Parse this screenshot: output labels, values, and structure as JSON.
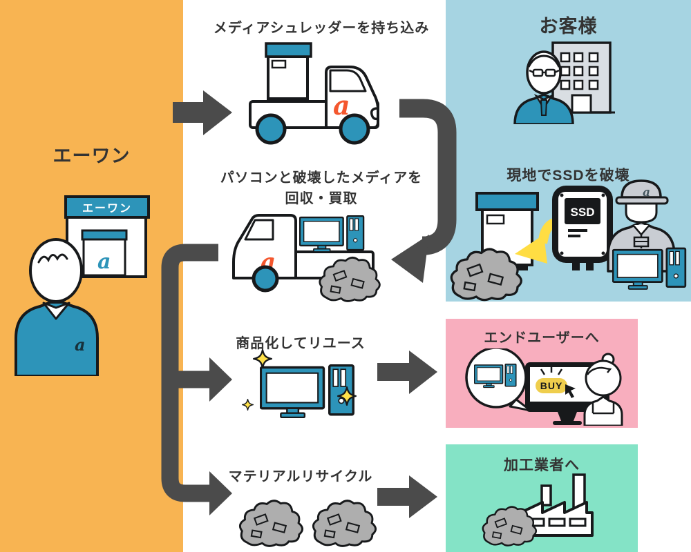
{
  "brand": {
    "name": "エーワン",
    "logo_char": "a"
  },
  "panels": {
    "aone": {
      "label": "エーワン",
      "color": "#F8B452"
    },
    "customer": {
      "label": "お客様",
      "color": "#A6D4E2"
    },
    "end_user": {
      "label": "エンドユーザーへ",
      "color": "#F8AEBE"
    },
    "processor": {
      "label": "加工業者へ",
      "color": "#84E3C6"
    }
  },
  "steps": {
    "bring_shredder": {
      "label": "メディアシュレッダーを持ち込み"
    },
    "collect_buy": {
      "line1": "パソコンと破壊したメディアを",
      "line2": "回収・買取"
    },
    "onsite_destroy": {
      "label": "現地でSSDを破壊",
      "device_label": "SSD"
    },
    "reuse": {
      "label": "商品化してリユース"
    },
    "material_recycle": {
      "label": "マテリアルリサイクル"
    }
  },
  "storefront": {
    "sign": "エーワン"
  },
  "end_user_scene": {
    "buy_button": "BUY"
  },
  "colors": {
    "aone_panel": "#F8B452",
    "customer_panel": "#A6D4E2",
    "end_user_panel": "#F8AEBE",
    "processor_panel": "#84E3C6",
    "arrow_gray": "#4B4B4B",
    "accent_teal": "#2D94B9",
    "logo_orange": "#F4572E",
    "highlight_yellow": "#FFDD43",
    "rubble_gray": "#AEAEAE",
    "outline_dark": "#17191b",
    "text_dark": "#333333",
    "building_gray": "#D9DEE3",
    "uniform_gray": "#C9CDD3"
  }
}
